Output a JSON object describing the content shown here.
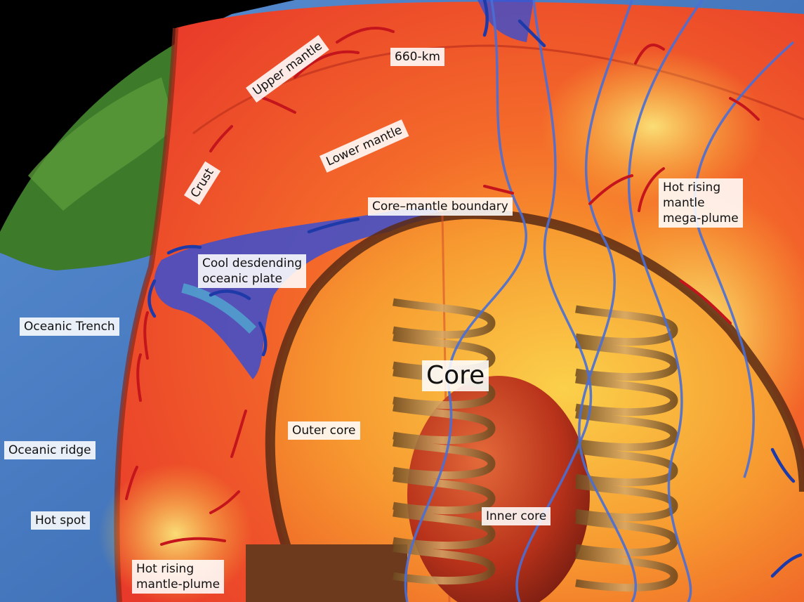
{
  "labels": {
    "km660": "660-km",
    "upper_mantle": "Upper mantle",
    "lower_mantle": "Lower mantle",
    "crust": "Crust",
    "core_mantle_boundary": "Core–mantle boundary",
    "mega_plume": "Hot rising\nmantle\nmega-plume",
    "cool_plate": "Cool desdending\noceanic plate",
    "oceanic_trench": "Oceanic Trench",
    "core": "Core",
    "outer_core": "Outer core",
    "oceanic_ridge": "Oceanic ridge",
    "inner_core": "Inner core",
    "hot_spot": "Hot spot",
    "mantle_plume": "Hot rising\nmantle-plume"
  },
  "colors": {
    "background": "#000000",
    "ocean": "#3f78c4",
    "land": "#3d7a2a",
    "mantle": "#f2452a",
    "hot_zone": "#f7c43a",
    "cold_slab": "#3a4fd0",
    "outer_core": "#f78a30",
    "inner_core": "#b8321a",
    "field_lines": "#4a6fd6",
    "convection_arrows_hot": "#c4141c",
    "convection_arrows_cold": "#1e3aa8",
    "coil": "#b88a4a"
  },
  "icons": {
    "convection_arrow": "curved-arrow-icon",
    "field_line": "magnetic-field-line",
    "helix": "helical-coil"
  }
}
